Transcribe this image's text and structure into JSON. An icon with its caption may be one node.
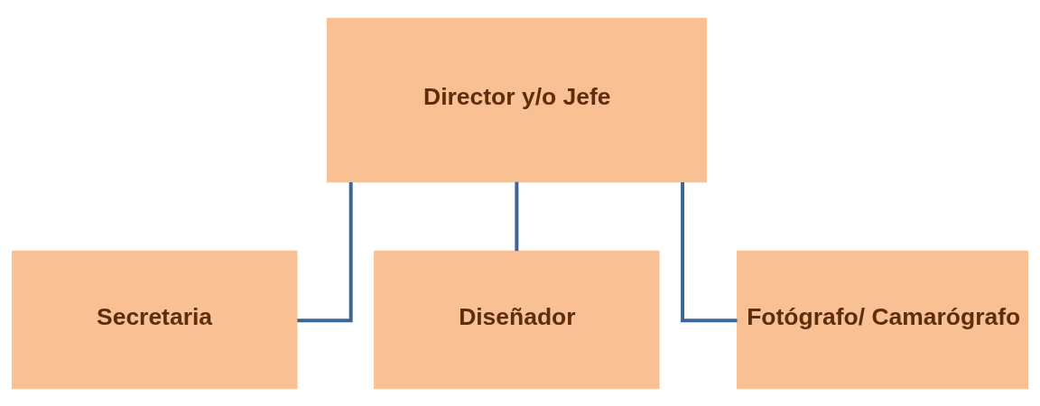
{
  "diagram": {
    "nodes": [
      {
        "text": [
          "Director y/o Jefe"
        ]
      },
      {
        "text": [
          "Secretaria"
        ]
      },
      {
        "text": [
          "Diseñador"
        ]
      },
      {
        "text": [
          "Fotógrafo/ Camarógrafo"
        ]
      }
    ],
    "edges": [
      {
        "from": 0,
        "to": 1,
        "arrow": "none"
      },
      {
        "from": 0,
        "to": 2,
        "arrow": "none"
      },
      {
        "from": 0,
        "to": 3,
        "arrow": "none"
      }
    ]
  }
}
